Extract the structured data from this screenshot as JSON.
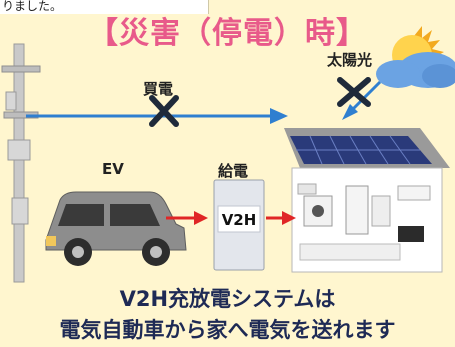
{
  "top_fragment": "りました。",
  "title": "【災害（停電）時】",
  "labels": {
    "buy": "買電",
    "solar": "太陽光",
    "ev": "EV",
    "supply": "給電",
    "v2h": "V2H"
  },
  "footer": {
    "line1": "V2H充放電システムは",
    "line2": "電気自動車から家へ電気を送れます"
  },
  "colors": {
    "background": "#fff6cf",
    "title": "#e85a8a",
    "arrow_blue": "#2f7fd0",
    "arrow_red": "#e02626",
    "cross": "#1f2a3a",
    "car": "#8d8d8d",
    "solar_panel": "#2a3a7a",
    "v2h_box": "#e3e6ec",
    "house_wall": "#ffffff",
    "roof": "#8a8a8a"
  }
}
